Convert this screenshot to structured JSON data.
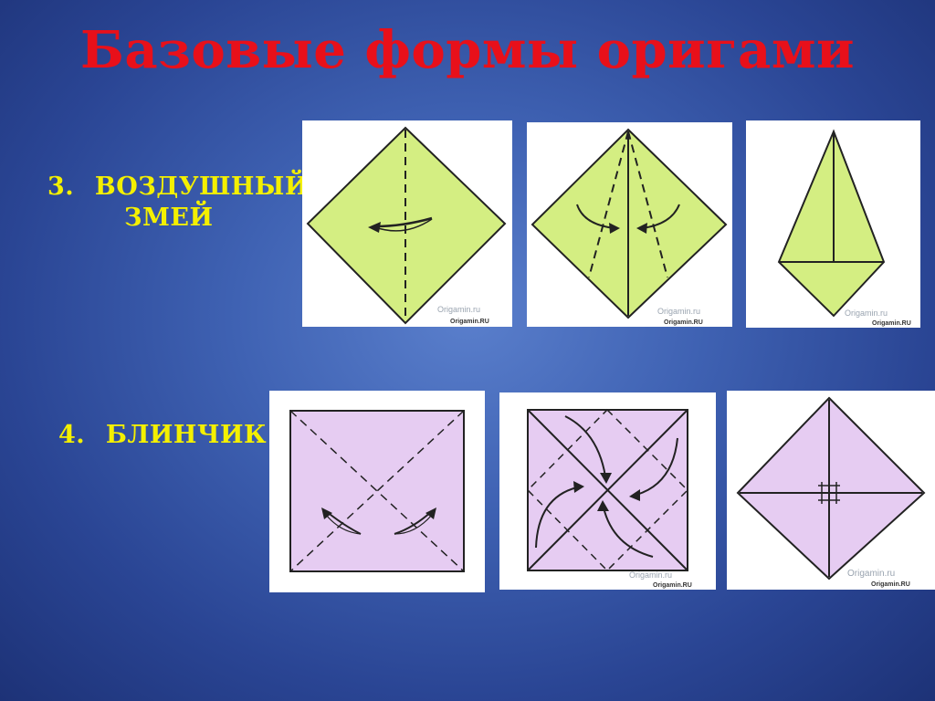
{
  "title": "Базовые формы оригами",
  "colors": {
    "title": "#e8101a",
    "labels": "#f4f000",
    "kite_paper": "#d4ee82",
    "pancake_paper": "#e6ccf2"
  },
  "sections": [
    {
      "number": "3.",
      "line1": "ВОЗДУШНЫЙ",
      "line2": "ЗМЕЙ"
    },
    {
      "number": "4.",
      "line1": "БЛИНЧИК"
    }
  ],
  "watermark": {
    "faint": "Origamin.ru",
    "bold": "Origamin.RU"
  }
}
